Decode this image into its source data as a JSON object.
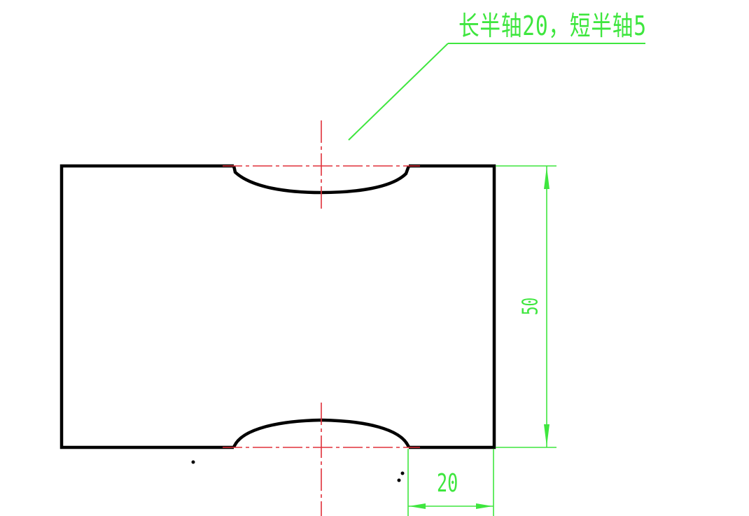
{
  "drawing": {
    "annotation": "长半轴20，短半轴5",
    "dimensions": {
      "height": "50",
      "width": "20"
    },
    "colors": {
      "outline": "#000000",
      "centerline": "#e0303a",
      "dimension": "#3ee63e"
    }
  }
}
